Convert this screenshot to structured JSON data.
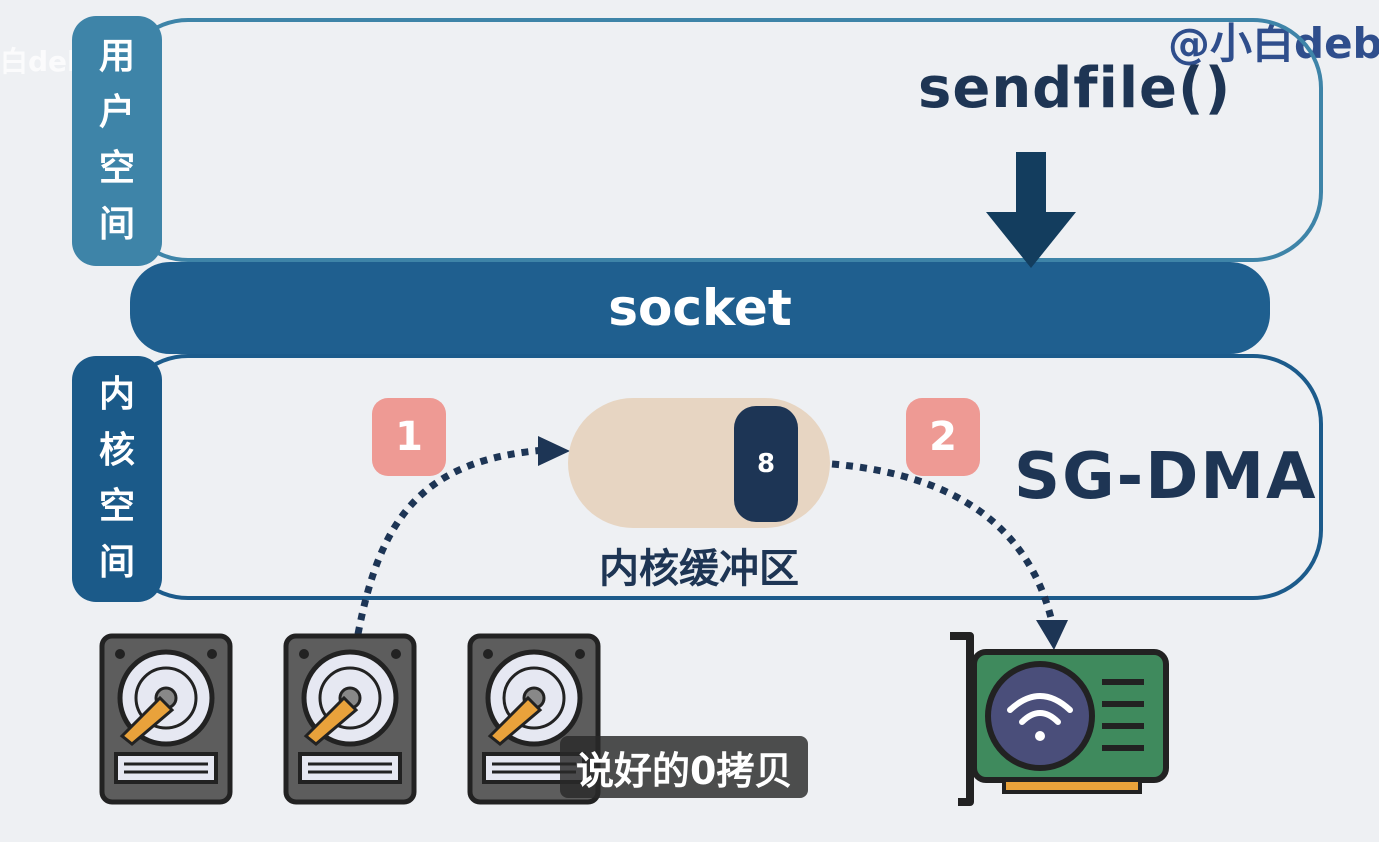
{
  "watermark": {
    "handle": "@小白deb",
    "left_fragment": "白debu"
  },
  "user_space": {
    "label_chars": [
      "用",
      "户",
      "空",
      "间"
    ],
    "call": "sendfile()"
  },
  "socket": {
    "label": "socket"
  },
  "kernel_space": {
    "label_chars": [
      "内",
      "核",
      "空",
      "间"
    ],
    "engine": "SG-DMA",
    "buffer_label": "内核缓冲区",
    "buffer_block": "8"
  },
  "steps": {
    "step1": "1",
    "step2": "2"
  },
  "subtitle": "说好的0拷贝",
  "colors": {
    "user_tab": "#3e84a8",
    "kernel_tab": "#1b5a89",
    "socket_bar": "#1f5f8f",
    "badge": "#ee9a94",
    "buffer": "#e7d5c2",
    "arrow": "#1d3555"
  },
  "icons": {
    "disks": [
      "hard-disk-icon",
      "hard-disk-icon",
      "hard-disk-icon"
    ],
    "nic": "network-card-icon"
  }
}
